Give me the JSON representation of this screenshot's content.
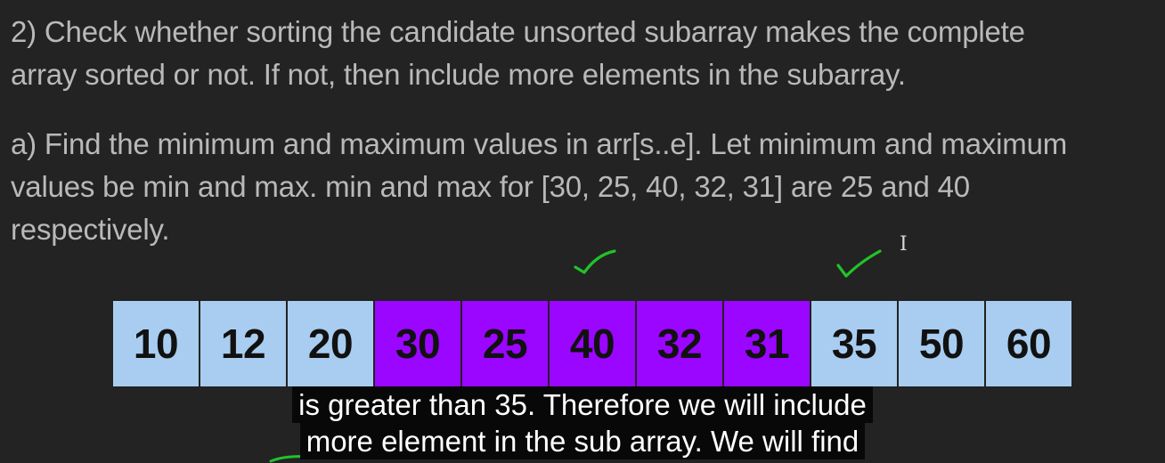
{
  "paragraph1": {
    "line1": "2) Check whether sorting the candidate unsorted subarray makes the complete",
    "line2": "array sorted or not. If not, then include more elements in the subarray."
  },
  "paragraph2": {
    "line1": "a) Find the minimum and maximum values in arr[s..e]. Let minimum and maximum",
    "line2": "values be min and max. min and max for [30, 25, 40, 32, 31] are 25 and 40",
    "line3": "respectively."
  },
  "array": {
    "cells": [
      {
        "value": "10",
        "highlighted": false
      },
      {
        "value": "12",
        "highlighted": false
      },
      {
        "value": "20",
        "highlighted": false
      },
      {
        "value": "30",
        "highlighted": true
      },
      {
        "value": "25",
        "highlighted": true
      },
      {
        "value": "40",
        "highlighted": true
      },
      {
        "value": "32",
        "highlighted": true
      },
      {
        "value": "31",
        "highlighted": true
      },
      {
        "value": "35",
        "highlighted": false
      },
      {
        "value": "50",
        "highlighted": false
      },
      {
        "value": "60",
        "highlighted": false
      }
    ],
    "colors": {
      "plain": "#a9cdf0",
      "highlight": "#9a06ff"
    }
  },
  "annotations": {
    "checkmark_color": "#22c22a",
    "icons": [
      "checkmark-icon",
      "checkmark-icon",
      "text-cursor-icon"
    ],
    "cursor_glyph": "I"
  },
  "captions": {
    "line1": "is greater than 35. Therefore we will include",
    "line2": "more element in the sub array. We will find"
  }
}
